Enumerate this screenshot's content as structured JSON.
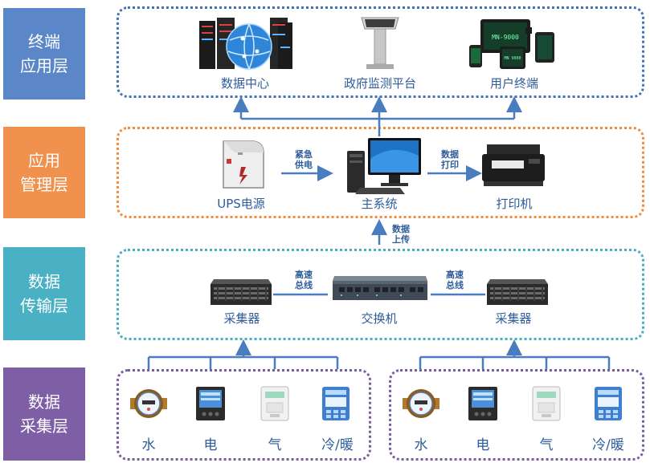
{
  "layers": {
    "terminal": {
      "line1": "终端",
      "line2": "应用层",
      "color": "#5b87c9"
    },
    "management": {
      "line1": "应用",
      "line2": "管理层",
      "color": "#f0924e"
    },
    "transfer": {
      "line1": "数据",
      "line2": "传输层",
      "color": "#4ab0c4"
    },
    "collection": {
      "line1": "数据",
      "line2": "采集层",
      "color": "#7e5fa6"
    }
  },
  "terminal_nodes": {
    "datacenter": "数据中心",
    "gov_platform": "政府监测平台",
    "user_terminal": "用户终端"
  },
  "management_nodes": {
    "ups": "UPS电源",
    "main_system": "主系统",
    "printer": "打印机",
    "ups_arrow_line1": "紧急",
    "ups_arrow_line2": "供电",
    "print_arrow_line1": "数据",
    "print_arrow_line2": "打印"
  },
  "upload_label": {
    "line1": "数据",
    "line2": "上传"
  },
  "transfer_nodes": {
    "collector_left": "采集器",
    "switch": "交换机",
    "collector_right": "采集器",
    "bus_left_line1": "高速",
    "bus_left_line2": "总线",
    "bus_right_line1": "高速",
    "bus_right_line2": "总线"
  },
  "collection_left": {
    "water": "水",
    "electric": "电",
    "gas": "气",
    "hvac": "冷/暖"
  },
  "collection_right": {
    "water": "水",
    "electric": "电",
    "gas": "气",
    "hvac": "冷/暖"
  },
  "device_screens": {
    "tv_text": "MN-9000",
    "tablet_text": "MN 9000"
  },
  "colors": {
    "blue_dots": "#4472b8",
    "orange_dots": "#f08c3c",
    "teal_dots": "#49aebf",
    "purple_dots": "#7a5ca0",
    "arrow": "#4a7cc0",
    "label_text": "#2e5c9a"
  }
}
